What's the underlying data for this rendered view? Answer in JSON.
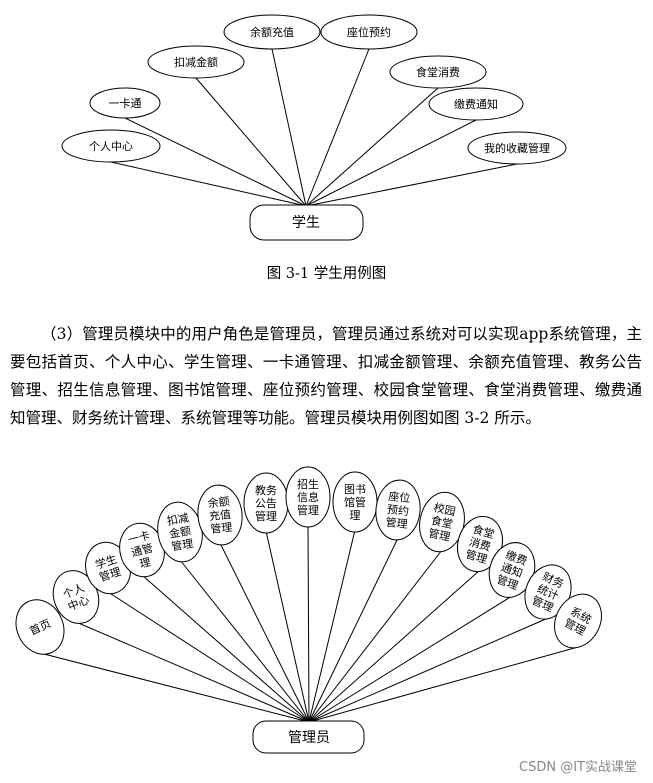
{
  "diagram1": {
    "actor": "学生",
    "use_cases": [
      "个人中心",
      "一卡通",
      "扣减金额",
      "余额充值",
      "座位预约",
      "食堂消费",
      "缴费通知",
      "我的收藏管理"
    ]
  },
  "caption1": "图 3-1  学生用例图",
  "paragraph": "（3）管理员模块中的用户角色是管理员，管理员通过系统对可以实现app系统管理，主要包括首页、个人中心、学生管理、一卡通管理、扣减金额管理、余额充值管理、教务公告管理、招生信息管理、图书馆管理、座位预约管理、校园食堂管理、食堂消费管理、缴费通知管理、财务统计管理、系统管理等功能。管理员模块用例图如图 3-2 所示。",
  "diagram2": {
    "actor": "管理员",
    "use_cases": [
      [
        "首页"
      ],
      [
        "个人",
        "中心"
      ],
      [
        "学生",
        "管理"
      ],
      [
        "一卡",
        "通管",
        "理"
      ],
      [
        "扣减",
        "金额",
        "管理"
      ],
      [
        "余额",
        "充值",
        "管理"
      ],
      [
        "教务",
        "公告",
        "管理"
      ],
      [
        "招生",
        "信息",
        "管理"
      ],
      [
        "图书",
        "馆管",
        "理"
      ],
      [
        "座位",
        "预约",
        "管理"
      ],
      [
        "校园",
        "食堂",
        "管理"
      ],
      [
        "食堂",
        "消费",
        "管理"
      ],
      [
        "缴费",
        "通知",
        "管理"
      ],
      [
        "财务",
        "统计",
        "管理"
      ],
      [
        "系统",
        "管理"
      ]
    ]
  },
  "watermark": "CSDN @IT实战课堂"
}
